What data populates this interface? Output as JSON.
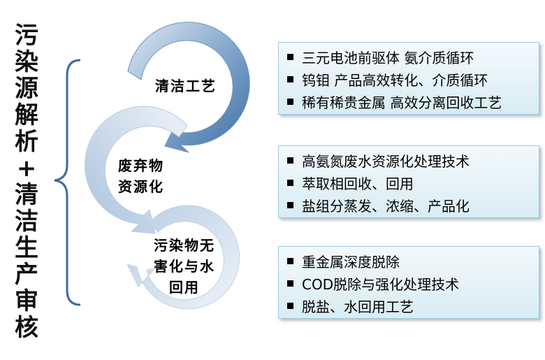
{
  "left_title": [
    "污",
    "染",
    "源",
    "解",
    "析",
    "+",
    "清",
    "洁",
    "生",
    "产",
    "审",
    "核"
  ],
  "nodes": {
    "clean_process": "清洁工艺",
    "waste_resource_line1": "废弃物",
    "waste_resource_line2": "资源化",
    "harmless_line1": "污染物无",
    "harmless_line2": "害化与水",
    "harmless_line3": "回用"
  },
  "boxes": [
    {
      "items": [
        "三元电池前驱体  氨介质循环",
        "钨钼 产品高效转化、介质循环",
        "稀有稀贵金属  高效分离回收工艺"
      ]
    },
    {
      "items": [
        "高氨氮废水资源化处理技术",
        "萃取相回收、回用",
        "盐组分蒸发、浓缩、产品化"
      ]
    },
    {
      "items": [
        "重金属深度脱除",
        "COD脱除与强化处理技术",
        "脱盐、水回用工艺"
      ]
    }
  ],
  "colors": {
    "arrow_dark": "#4f7fb0",
    "arrow_light": "#dde7f3",
    "brace": "#3c6aa3",
    "box_border": "#9fc9de"
  }
}
